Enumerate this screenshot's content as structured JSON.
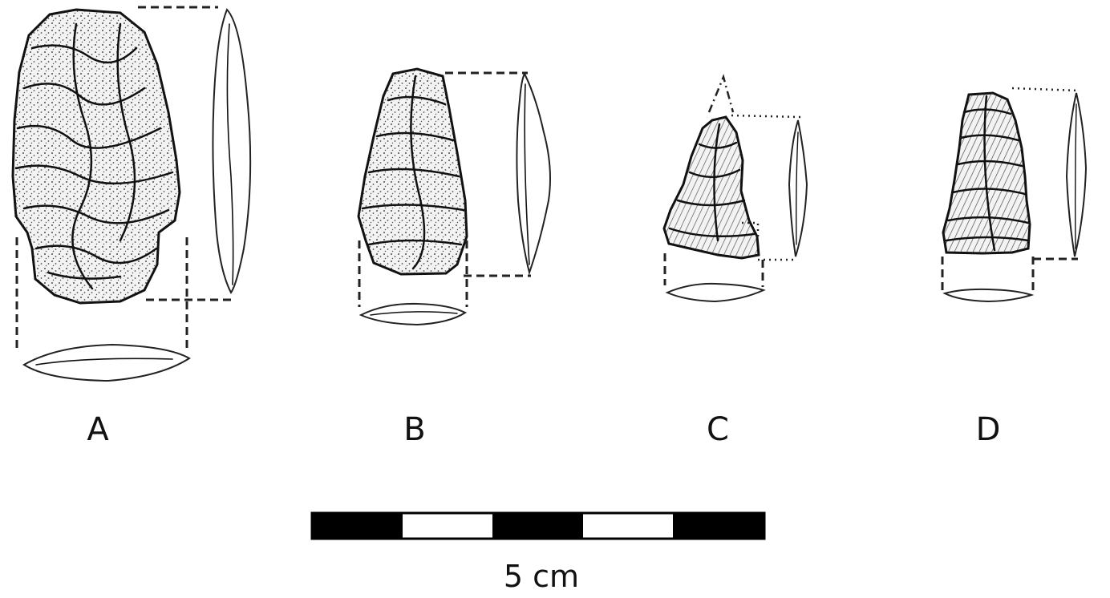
{
  "figure": {
    "artifacts": [
      {
        "label": "A",
        "shape": "large lanceolate point, dense stippled flake scars"
      },
      {
        "label": "B",
        "shape": "medium lanceolate point, stippled flake scars"
      },
      {
        "label": "C",
        "shape": "broken pointed biface, hatched flake scars"
      },
      {
        "label": "D",
        "shape": "broken biface base, hatched flake scars"
      }
    ],
    "scale_bar": {
      "caption": "5 cm",
      "segments": [
        "black",
        "white",
        "black",
        "white",
        "black"
      ]
    },
    "colors": {
      "ink": "#111111",
      "background": "#ffffff"
    }
  }
}
